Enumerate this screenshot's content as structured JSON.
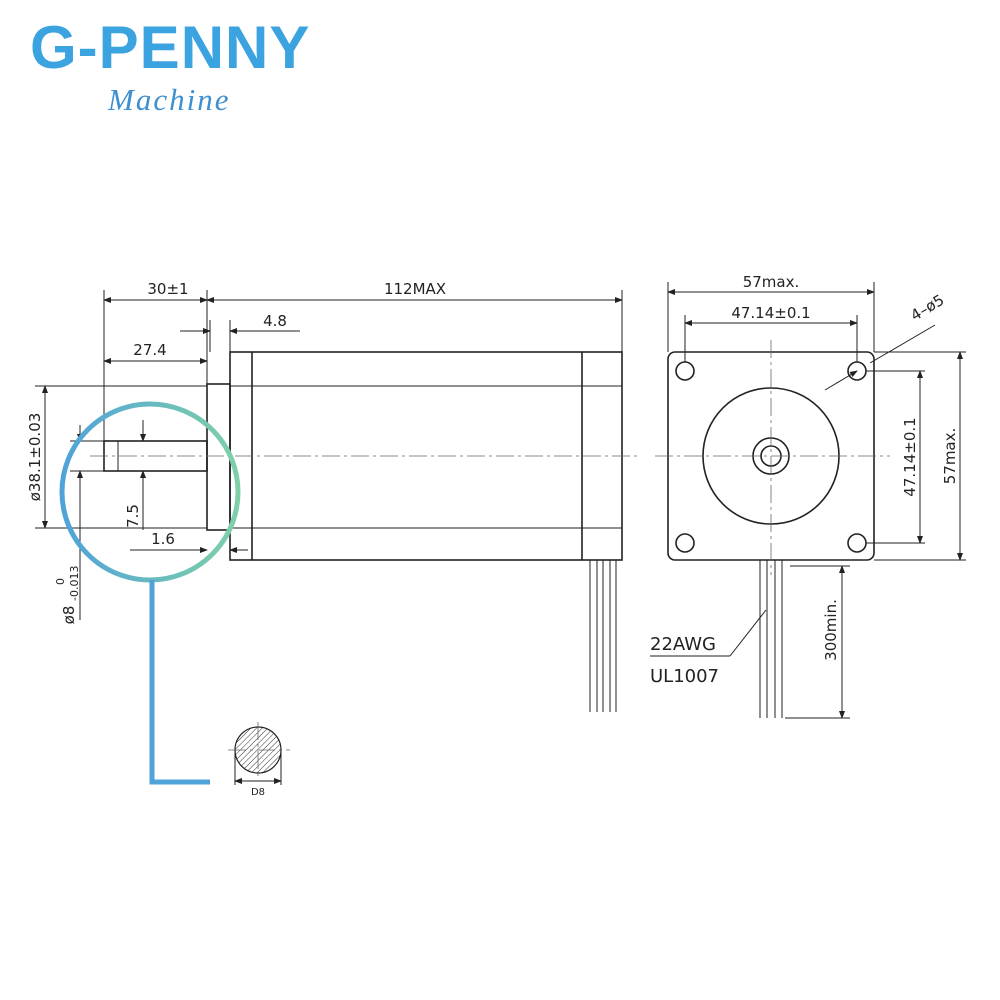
{
  "brand": {
    "name": "G-PENNY",
    "tagline": "Machine"
  },
  "side_view": {
    "dims": {
      "shaft_length": "30±1",
      "body_length": "112MAX",
      "flange_thickness": "4.8",
      "shaft_flat_length": "27.4",
      "pilot_diameter": "ø38.1±0.03",
      "flat_depth": "7.5",
      "pilot_height": "1.6",
      "shaft_diameter": "ø8",
      "shaft_tol_upper": "0",
      "shaft_tol_lower": "-0.013"
    }
  },
  "front_view": {
    "dims": {
      "width": "57max.",
      "hole_spacing_h": "47.14±0.1",
      "mounting_holes": "4–ø5",
      "hole_spacing_v": "47.14±0.1",
      "height": "57max.",
      "lead_length": "300min."
    },
    "wire": {
      "gauge": "22AWG",
      "standard": "UL1007"
    }
  },
  "shaft_section": {
    "label": "D8"
  },
  "colors": {
    "logo_blue": "#3aa3e0",
    "callout_start": "#4fa3d9",
    "callout_end": "#7fd0a8"
  }
}
